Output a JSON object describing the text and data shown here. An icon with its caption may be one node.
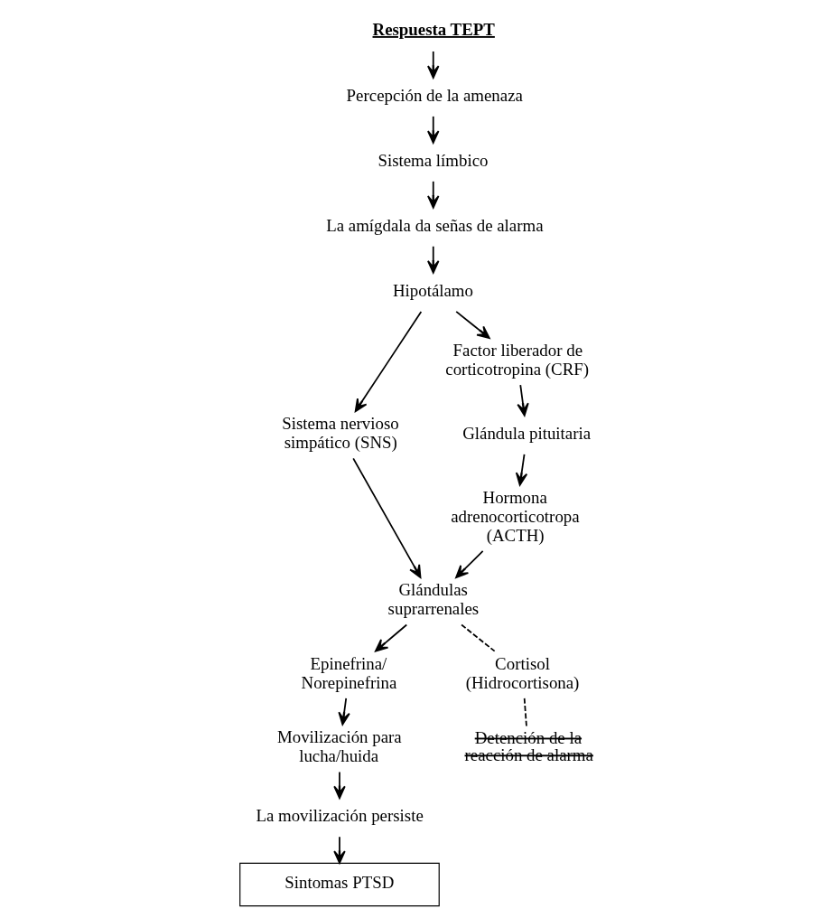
{
  "diagram": {
    "nodes": [
      {
        "text": [
          "Respuesta TEPT"
        ]
      },
      {
        "text": [
          "Percepción de la amenaza"
        ]
      },
      {
        "text": [
          "Sistema límbico"
        ]
      },
      {
        "text": [
          "La amígdala da señas de alarma"
        ]
      },
      {
        "text": [
          "Hipotálamo"
        ]
      },
      {
        "text": [
          "Sistema nervioso simpático (SNS)"
        ]
      },
      {
        "text": [
          "Factor liberador de corticotropina (CRF)"
        ]
      },
      {
        "text": [
          "Glándulas suprarrenales"
        ]
      },
      {
        "text": [
          "Glándula pituitaria"
        ]
      },
      {
        "text": [
          "Epinefrina/ Norepinefrina"
        ]
      },
      {
        "text": [
          "Hormona adrenocorticotropa (ACTH)"
        ]
      },
      {
        "text": [
          "Cortisol (Hidrocortisona)"
        ]
      },
      {
        "text": [
          "Movilización para lucha/huida"
        ]
      },
      {
        "text": [
          "Detención de la reacción de alarma"
        ]
      },
      {
        "text": [
          "La movilización persiste"
        ]
      },
      {
        "text": [
          "Sintomas PTSD"
        ]
      }
    ],
    "edges": [
      {
        "from": 0,
        "to": 1,
        "arrow": "to"
      },
      {
        "from": 1,
        "to": 2,
        "arrow": "to"
      },
      {
        "from": 2,
        "to": 3,
        "arrow": "to"
      },
      {
        "from": 3,
        "to": 4,
        "arrow": "to"
      },
      {
        "from": 4,
        "to": 5,
        "arrow": "to"
      },
      {
        "from": 4,
        "to": 6,
        "arrow": "to"
      },
      {
        "from": 5,
        "to": 7,
        "arrow": "to"
      },
      {
        "from": 6,
        "to": 8,
        "arrow": "to"
      },
      {
        "from": 8,
        "to": 10,
        "arrow": "to"
      },
      {
        "from": 10,
        "to": 7,
        "arrow": "to"
      },
      {
        "from": 7,
        "to": 9,
        "arrow": "to"
      },
      {
        "from": 7,
        "to": 11,
        "arrow": "none",
        "style": "dashed"
      },
      {
        "from": 9,
        "to": 12,
        "arrow": "to"
      },
      {
        "from": 11,
        "to": 13,
        "arrow": "none",
        "style": "dashed"
      },
      {
        "from": 12,
        "to": 14,
        "arrow": "to"
      },
      {
        "from": 14,
        "to": 15,
        "arrow": "to"
      }
    ]
  }
}
